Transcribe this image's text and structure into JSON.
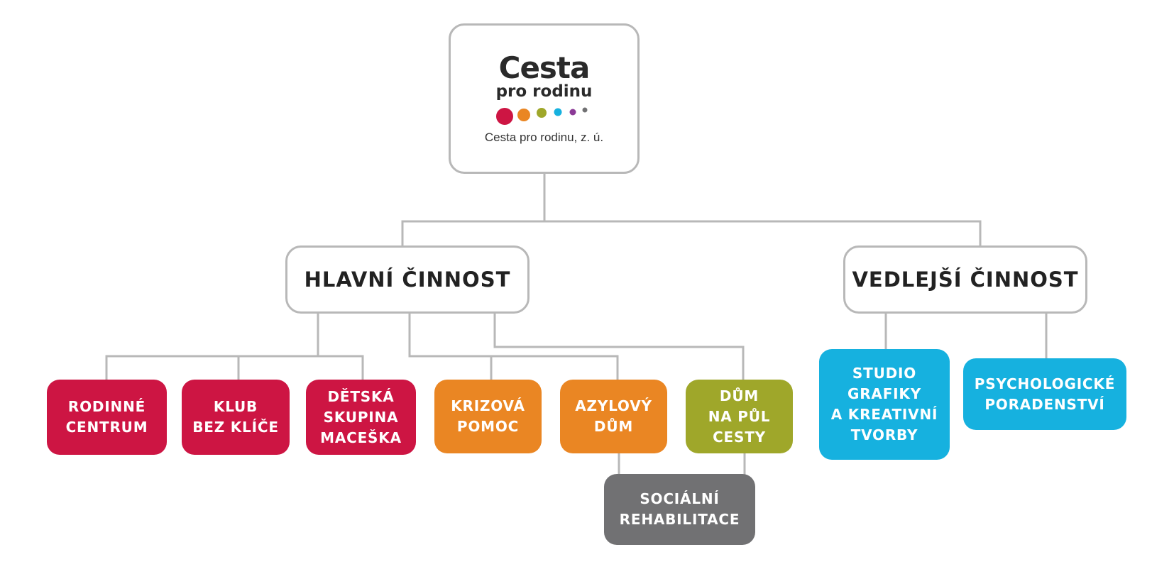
{
  "root": {
    "logo_title": "Cesta",
    "logo_subtitle": "pro rodinu",
    "org_name": "Cesta pro rodinu, z. ú."
  },
  "logo_dot_colors": [
    "#cd1543",
    "#ea8623",
    "#9fa72a",
    "#16b1df",
    "#8b3a96",
    "#717173"
  ],
  "branches": {
    "main": "HLAVNÍ ČINNOST",
    "side": "VEDLEJŠÍ ČINNOST"
  },
  "units": {
    "rodinne_centrum": [
      "RODINNÉ",
      "CENTRUM"
    ],
    "klub_bez_klice": [
      "KLUB",
      "BEZ KLÍČE"
    ],
    "detska_skupina": [
      "DĚTSKÁ",
      "SKUPINA",
      "MACEŠKA"
    ],
    "krizova_pomoc": [
      "KRIZOVÁ",
      "POMOC"
    ],
    "azylovy_dum": [
      "AZYLOVÝ",
      "DŮM"
    ],
    "dum_na_pul_cesty": [
      "DŮM",
      "NA PŮL",
      "CESTY"
    ],
    "socialni_rehabilitace": [
      "SOCIÁLNÍ",
      "REHABILITACE"
    ],
    "studio_grafiky": [
      "STUDIO",
      "GRAFIKY",
      "A KREATIVNÍ",
      "TVORBY"
    ],
    "psychologicke_poradenstvi": [
      "PSYCHOLOGICKÉ",
      "PORADENSTVÍ"
    ]
  },
  "colors": {
    "red": "#cd1543",
    "orange": "#ea8623",
    "olive": "#9fa72a",
    "gray": "#717173",
    "cyan": "#16b1df",
    "connector": "#b8b8b8"
  }
}
